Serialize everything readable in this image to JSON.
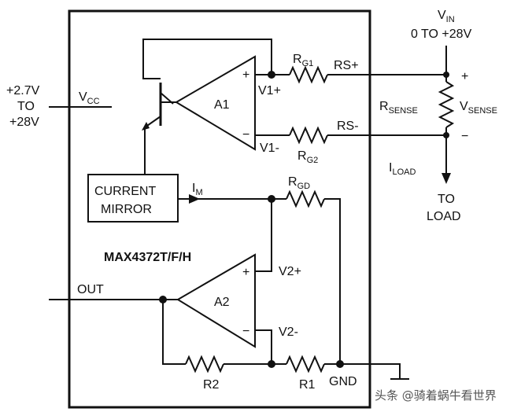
{
  "diagram": {
    "chip_name": "MAX4372T/F/H",
    "vcc": {
      "main": "V",
      "sub": "CC"
    },
    "vcc_range": [
      "+2.7V",
      "TO",
      "+28V"
    ],
    "vin": {
      "main": "V",
      "sub": "IN"
    },
    "vin_range": "0 TO +28V",
    "rg1": {
      "main": "R",
      "sub": "G1"
    },
    "rg2": {
      "main": "R",
      "sub": "G2"
    },
    "rgd": {
      "main": "R",
      "sub": "GD"
    },
    "rs_plus": "RS+",
    "rs_minus": "RS-",
    "rsense": {
      "main": "R",
      "sub": "SENSE"
    },
    "vsense": {
      "main": "V",
      "sub": "SENSE"
    },
    "plus_sign": "+",
    "minus_sign": "−",
    "iload": {
      "main": "I",
      "sub": "LOAD"
    },
    "to_load": [
      "TO",
      "LOAD"
    ],
    "a1": "A1",
    "a2": "A2",
    "v1_plus": "V1+",
    "v1_minus": "V1-",
    "v2_plus": "V2+",
    "v2_minus": "V2-",
    "current_mirror": [
      "CURRENT",
      "MIRROR"
    ],
    "im": {
      "main": "I",
      "sub": "M"
    },
    "out": "OUT",
    "r1": "R1",
    "r2": "R2",
    "gnd": "GND",
    "watermark": "头条 @骑着蜗牛看世界"
  }
}
